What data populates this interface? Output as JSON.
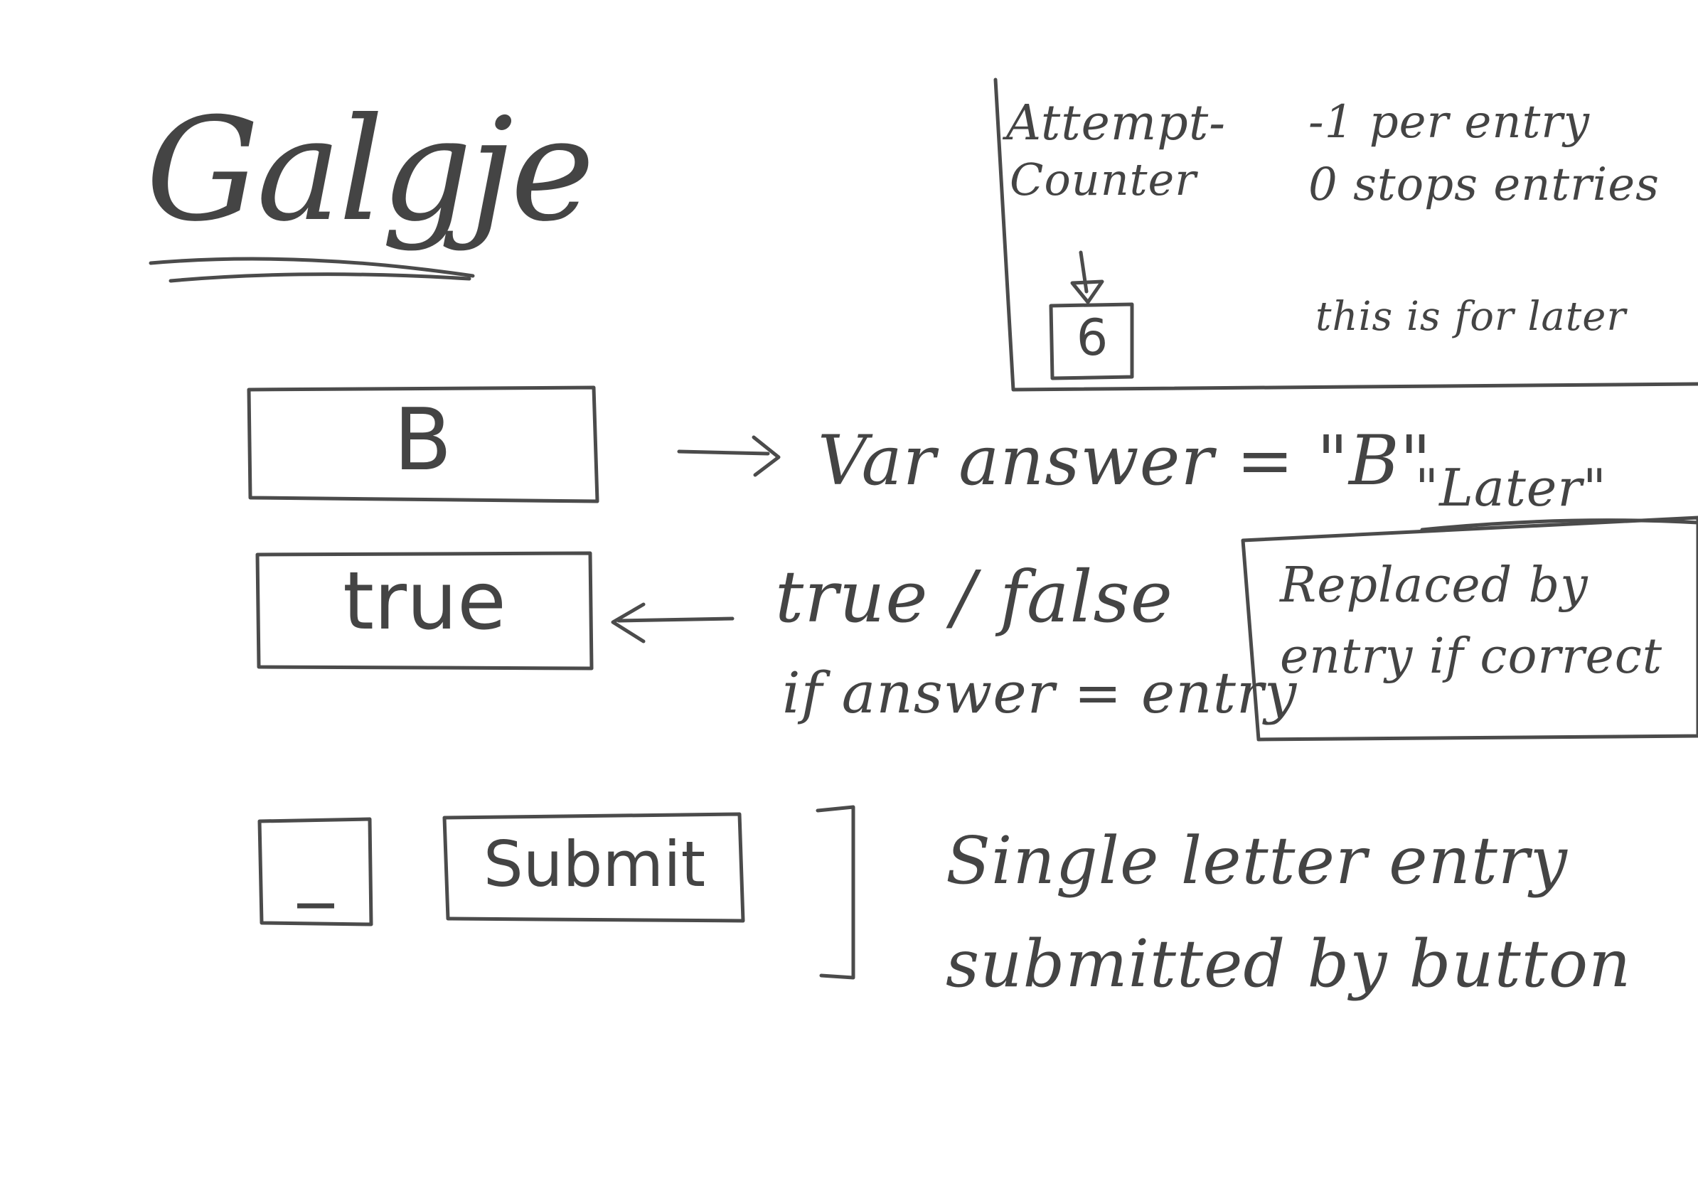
{
  "title": "Galgje",
  "answer_box": {
    "value": "B"
  },
  "answer_note": {
    "text": "Var answer = \"B\""
  },
  "result_box": {
    "value": "true"
  },
  "result_note": {
    "line1": "true / false",
    "line2": "if answer = entry"
  },
  "later_label": {
    "text": "\"Later\""
  },
  "later_box": {
    "line1": "Replaced by",
    "line2": "entry if correct"
  },
  "entry_input": {
    "value": "_"
  },
  "submit_button": {
    "label": "Submit"
  },
  "entry_note": {
    "line1": "Single letter entry",
    "line2": "submitted by button"
  },
  "attempt_counter": {
    "label_line1": "Attempt-",
    "label_line2": "Counter",
    "value": "6",
    "note_line1": "-1 per entry",
    "note_line2": "0 stops entries",
    "note_line3": "this is for later"
  }
}
